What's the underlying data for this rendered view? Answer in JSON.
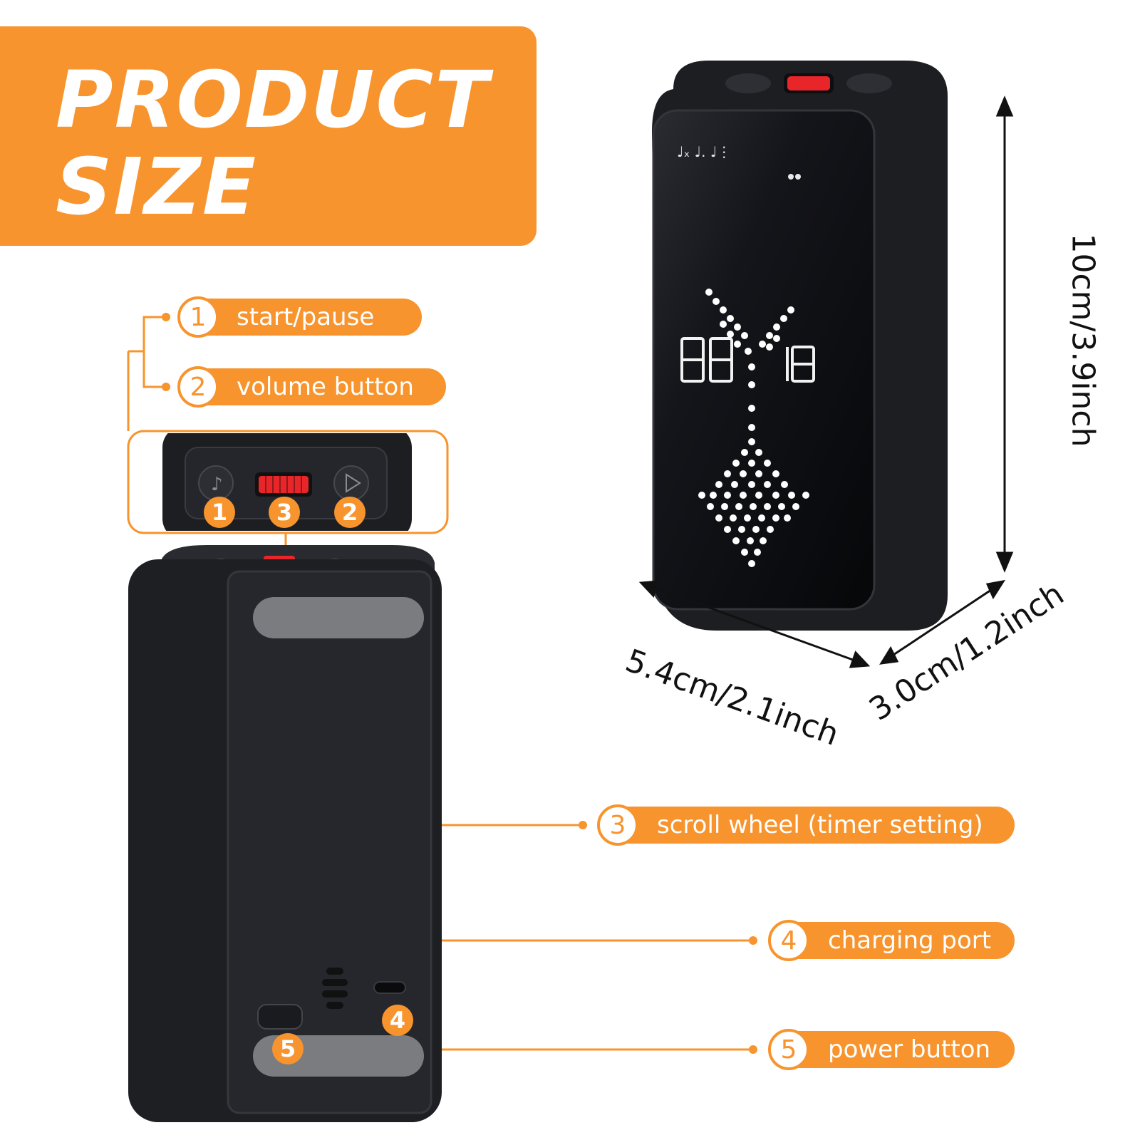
{
  "header": {
    "line1": "PRODUCT",
    "line2": "SIZE"
  },
  "labels": [
    {
      "number": "1",
      "text": "start/pause"
    },
    {
      "number": "2",
      "text": "volume button"
    },
    {
      "number": "3",
      "text": "scroll wheel (timer setting)"
    },
    {
      "number": "4",
      "text": "charging port"
    },
    {
      "number": "5",
      "text": "power button"
    }
  ],
  "markers": {
    "zoom": [
      "1",
      "3",
      "2"
    ],
    "back_port": "4",
    "back_power": "5"
  },
  "dimensions": {
    "height": "10cm/3.9inch",
    "width": "5.4cm/2.1inch",
    "depth": "3.0cm/1.2inch"
  },
  "colors": {
    "accent": "#f7942e",
    "device": "#1c1d21",
    "screen": "#0b0c0f",
    "wheel": "#e8262a",
    "foot": "#7b7c80"
  }
}
